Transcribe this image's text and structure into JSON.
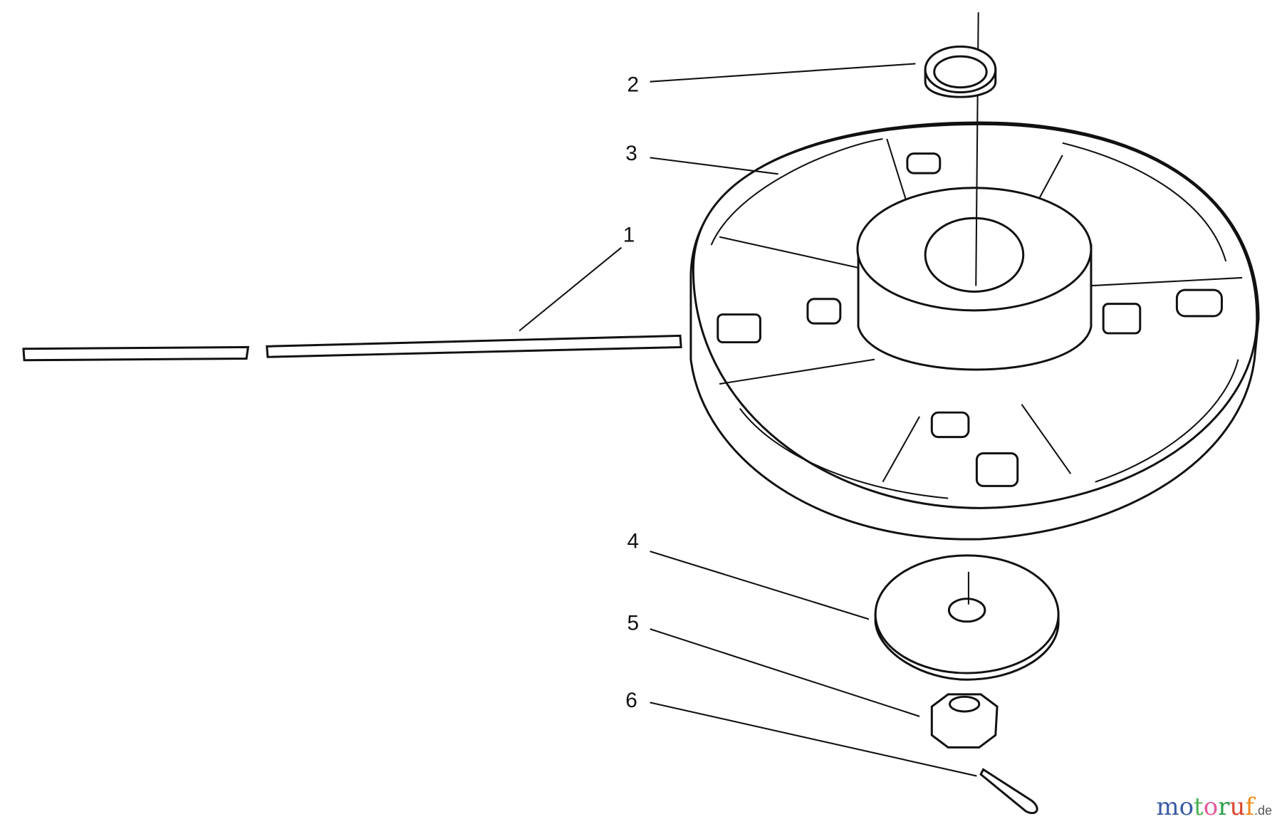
{
  "callouts": [
    "1",
    "2",
    "3",
    "4",
    "5",
    "6"
  ],
  "logo": {
    "text": "motoruf",
    "suffix": ".de",
    "colors": [
      "#3b5ba5",
      "#3b5ba5",
      "#4caf50",
      "#e05a9a",
      "#2e9d4a",
      "#d9452b",
      "#f08a1c",
      "#f2c31a"
    ]
  },
  "line_color": "#111111"
}
